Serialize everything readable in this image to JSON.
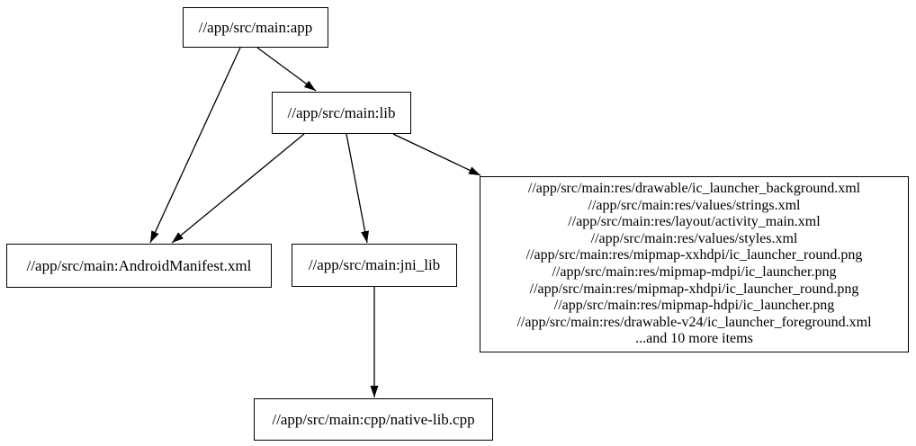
{
  "diagram": {
    "type": "dependency-graph",
    "nodes": {
      "app": {
        "label": "//app/src/main:app"
      },
      "lib": {
        "label": "//app/src/main:lib"
      },
      "manifest": {
        "label": "//app/src/main:AndroidManifest.xml"
      },
      "jni_lib": {
        "label": "//app/src/main:jni_lib"
      },
      "res_group": {
        "lines": [
          "//app/src/main:res/drawable/ic_launcher_background.xml",
          "//app/src/main:res/values/strings.xml",
          "//app/src/main:res/layout/activity_main.xml",
          "//app/src/main:res/values/styles.xml",
          "//app/src/main:res/mipmap-xxhdpi/ic_launcher_round.png",
          "//app/src/main:res/mipmap-mdpi/ic_launcher.png",
          "//app/src/main:res/mipmap-xhdpi/ic_launcher_round.png",
          "//app/src/main:res/mipmap-hdpi/ic_launcher.png",
          "//app/src/main:res/drawable-v24/ic_launcher_foreground.xml",
          "...and 10 more items"
        ]
      },
      "native_lib": {
        "label": "//app/src/main:cpp/native-lib.cpp"
      }
    },
    "edges": [
      {
        "from": "app",
        "to": "lib"
      },
      {
        "from": "app",
        "to": "manifest"
      },
      {
        "from": "lib",
        "to": "manifest"
      },
      {
        "from": "lib",
        "to": "jni_lib"
      },
      {
        "from": "lib",
        "to": "res_group"
      },
      {
        "from": "jni_lib",
        "to": "native_lib"
      }
    ],
    "colors": {
      "background": "#ffffff",
      "node_fill": "#ffffff",
      "node_border": "#000000",
      "edge": "#000000",
      "text": "#000000"
    }
  }
}
